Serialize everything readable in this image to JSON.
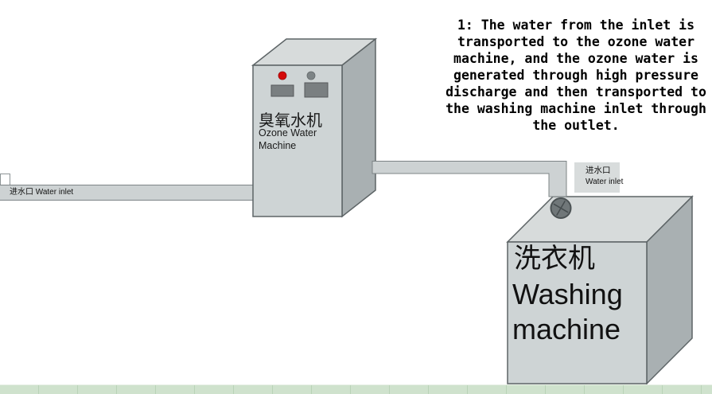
{
  "note": {
    "text": "1: The water from the inlet is\ntransported to the ozone water\nmachine, and the ozone water is\ngenerated through high pressure\ndischarge and then transported to\nthe washing machine inlet through\nthe outlet."
  },
  "ozone_machine": {
    "title_zh": "臭氧水机",
    "title_en": "Ozone Water\nMachine"
  },
  "washing_machine": {
    "title_zh": "洗衣机",
    "title_en": "Washing\nmachine"
  },
  "left_inlet": {
    "label": "进水口 Water inlet"
  },
  "right_inlet": {
    "label_zh": "进水口",
    "label_en": "Water inlet"
  },
  "colors": {
    "face_front": "#ced4d5",
    "face_top": "#d7dbdb",
    "face_side": "#a9b0b2",
    "face_outline": "#5d6466",
    "pipe_fill": "#cdd2d3",
    "pipe_outline": "#7d8486",
    "stub_fill": "#ffffff",
    "led_red": "#d40909",
    "led_gray": "#7d8486",
    "button_fill": "#7a7f81",
    "button_outline": "#55595b",
    "valve_fill": "#707779",
    "valve_outline": "#4b5254",
    "label_box_bg": "#d8dcdc",
    "floor_green": "#cfe2cd",
    "floor_line": "#b9d3b7"
  }
}
